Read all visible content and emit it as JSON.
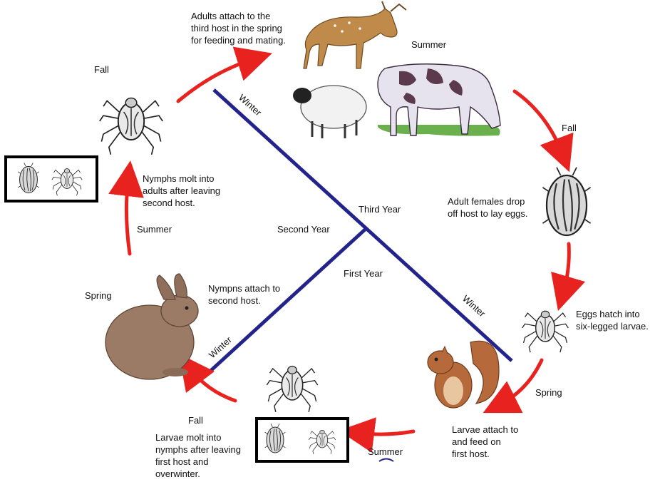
{
  "seasons": {
    "fall_top_left": "Fall",
    "summer_top": "Summer",
    "fall_right": "Fall",
    "summer_left": "Summer",
    "spring_left": "Spring",
    "spring_right": "Spring",
    "fall_bottom": "Fall",
    "summer_bottom": "Summer"
  },
  "axes": {
    "winter_top": "Winter",
    "winter_right": "Winter",
    "winter_left": "Winter",
    "third_year": "Third Year",
    "second_year": "Second Year",
    "first_year": "First Year"
  },
  "stages": {
    "adults_attach": "Adults attach to the\nthird host in the spring\nfor feeding and mating.",
    "females_drop": "Adult females drop\noff host to lay eggs.",
    "eggs_hatch": "Eggs hatch into\nsix-legged larvae.",
    "larvae_attach": "Larvae attach to\nand feed on\nfirst host.",
    "larvae_molt": "Larvae molt into\nnymphs after leaving\nfirst host and\noverwinter.",
    "nymphs_attach": "Nympns attach to\nsecond host.",
    "nymphs_molt": "Nymphs molt into\nadults after leaving\nsecond host."
  },
  "colors": {
    "arrow": "#e8231f",
    "axis": "#23238c",
    "box": "#000000"
  },
  "icons": [
    "deer-icon",
    "cow-icon",
    "sheep-icon",
    "rabbit-icon",
    "squirrel-icon",
    "tick-icon",
    "engorged-tick-icon"
  ]
}
